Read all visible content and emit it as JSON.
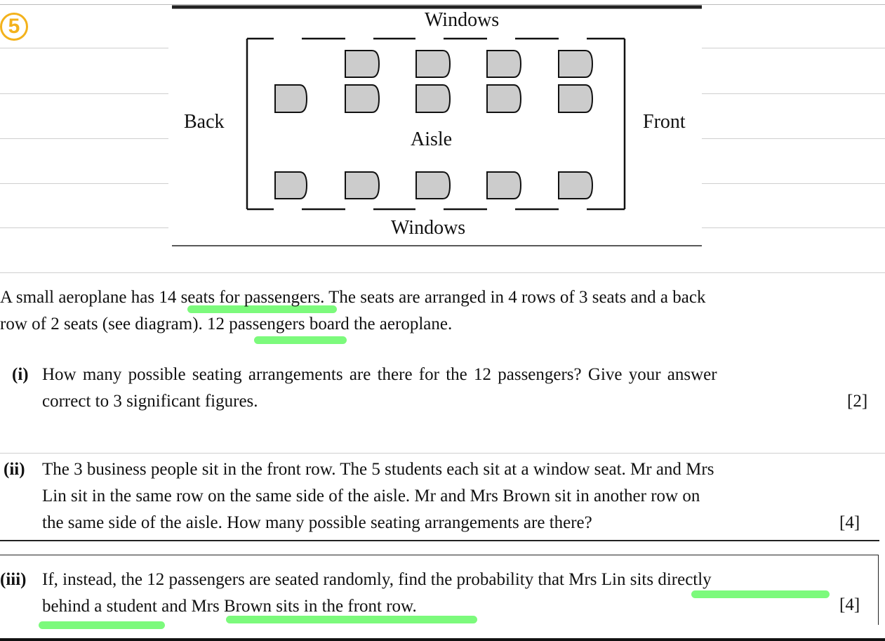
{
  "question_number": "5",
  "diagram": {
    "top_label": "Windows",
    "bottom_label": "Windows",
    "left_label": "Back",
    "right_label": "Front",
    "aisle_label": "Aisle"
  },
  "intro": {
    "line1": "A small aeroplane has 14 seats for passengers. The seats are arranged in 4 rows of 3 seats and a back",
    "line2": "row of 2 seats (see diagram). 12 passengers board the aeroplane."
  },
  "part_i": {
    "label": "(i)",
    "line1": "How many possible seating arrangements are there for the 12 passengers? Give your answer",
    "line2": "correct to 3 significant figures.",
    "marks": "[2]"
  },
  "part_ii": {
    "label": "(ii)",
    "line1": "The 3 business people sit in the front row. The 5 students each sit at a window seat. Mr and Mrs",
    "line2": "Lin sit in the same row on the same side of the aisle. Mr and Mrs Brown sit in another row on",
    "line3": "the same side of the aisle. How many possible seating arrangements are there?",
    "marks": "[4]"
  },
  "part_iii": {
    "label": "(iii)",
    "line1": "If, instead, the 12 passengers are seated randomly, find the probability that Mrs Lin sits directly",
    "line2": "behind a student and Mrs Brown sits in the front row.",
    "marks": "[4]"
  }
}
